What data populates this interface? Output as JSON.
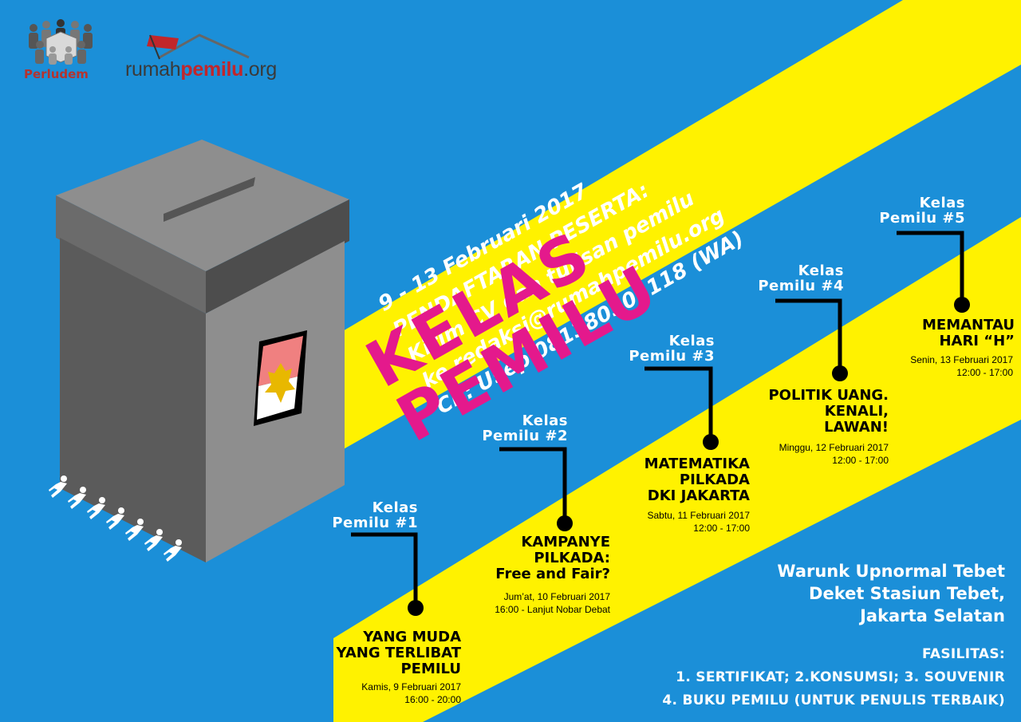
{
  "logos": {
    "perludem": "Perludem",
    "rumahpemilu_prefix": "rumah",
    "rumahpemilu_bold": "pemilu",
    "rumahpemilu_suffix": ".org"
  },
  "registration": {
    "lines": [
      "9 - 13 Februari 2017",
      "PENDAFTARAN PESERTA:",
      "Kirim CV dan tulisan pemilu",
      "ke redaksi@rumahpemilu.org",
      "CP: Usep 081380501118 (WA)"
    ]
  },
  "title": {
    "line1": "KELAS",
    "line2": "PEMILU"
  },
  "sessions": [
    {
      "label1": "Kelas",
      "label2": "Pemilu #1",
      "title_lines": [
        "YANG MUDA",
        "YANG TERLIBAT",
        "PEMILU"
      ],
      "date": "Kamis, 9 Februari 2017",
      "time": "16:00 - 20:00"
    },
    {
      "label1": "Kelas",
      "label2": "Pemilu #2",
      "title_lines": [
        "KAMPANYE",
        "PILKADA:",
        "Free and Fair?"
      ],
      "date": "Jum’at, 10 Februari 2017",
      "time": "16:00 - Lanjut Nobar Debat"
    },
    {
      "label1": "Kelas",
      "label2": "Pemilu #3",
      "title_lines": [
        "MATEMATIKA",
        "PILKADA",
        "DKI JAKARTA"
      ],
      "date": "Sabtu, 11 Februari 2017",
      "time": "12:00 - 17:00"
    },
    {
      "label1": "Kelas",
      "label2": "Pemilu #4",
      "title_lines": [
        "POLITIK UANG.",
        "KENALI,",
        "LAWAN!"
      ],
      "date": "Minggu, 12 Februari 2017",
      "time": "12:00 - 17:00"
    },
    {
      "label1": "Kelas",
      "label2": "Pemilu #5",
      "title_lines": [
        "MEMANTAU",
        "HARI “H”"
      ],
      "date": "Senin, 13 Februari 2017",
      "time": "12:00 - 17:00"
    }
  ],
  "venue": {
    "lines": [
      "Warunk Upnormal Tebet",
      "Deket Stasiun Tebet,",
      "Jakarta Selatan"
    ]
  },
  "facilities": {
    "heading": "FASILITAS:",
    "line1": "1. SERTIFIKAT; 2.KONSUMSI; 3. SOUVENIR",
    "line2": "4. BUKU PEMILU (UNTUK PENULIS TERBAIK)"
  },
  "colors": {
    "background": "#1b8fd8",
    "stripe": "#fff200",
    "title": "#e4198c",
    "box_dark": "#5b5b5b",
    "box_light": "#8e8e8e"
  },
  "icons": [
    "ballot-box-icon",
    "garuda-emblem-icon",
    "crowd-logo-icon",
    "house-flag-logo-icon",
    "pushing-figures-icon"
  ]
}
